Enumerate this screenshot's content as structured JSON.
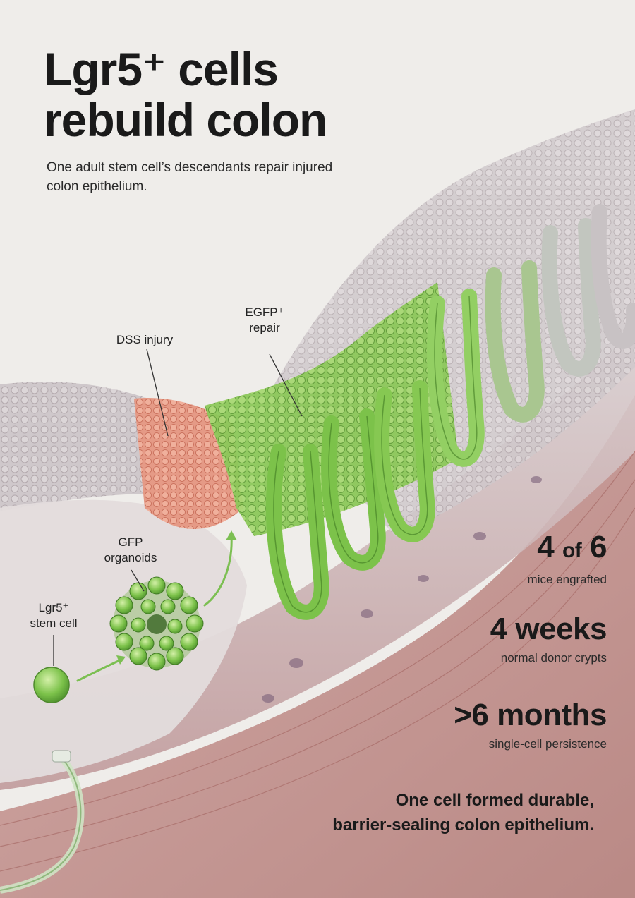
{
  "title": {
    "line1": "Lgr5⁺ cells",
    "line2": "rebuild colon"
  },
  "subtitle": "One adult stem cell’s descendants repair injured colon epithelium.",
  "labels": {
    "dss_injury": "DSS  injury",
    "egfp_repair_line1": "EGFP⁺",
    "egfp_repair_line2": "repair",
    "gfp_organoids_line1": "GFP",
    "gfp_organoids_line2": "organoids",
    "stem_cell_line1": "Lgr5⁺",
    "stem_cell_line2": "stem cell"
  },
  "stats": [
    {
      "value_a": "4",
      "value_mid": "of",
      "value_b": "6",
      "caption": "mice engrafted"
    },
    {
      "value": "4 weeks",
      "caption": "normal donor crypts"
    },
    {
      "value": ">6 months",
      "caption": "single-cell persistence"
    }
  ],
  "conclusion": {
    "line1": "One cell formed durable,",
    "line2": "barrier-sealing colon epithelium."
  },
  "colors": {
    "background": "#efedea",
    "tissue_pink": "#c9aeb0",
    "epithelium_grey": "#cbc5c8",
    "injury_salmon": "#e48c78",
    "gfp_green": "#7cc24a",
    "muscle_red": "#b97a76"
  }
}
